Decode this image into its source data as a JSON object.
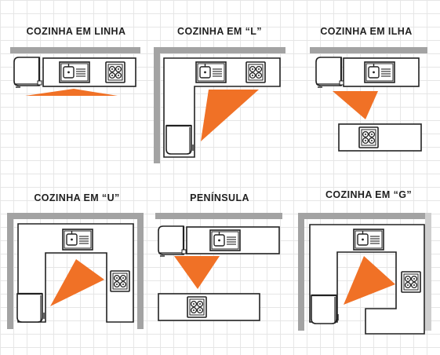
{
  "panels": [
    {
      "title": "COZINHA EM LINHA"
    },
    {
      "title": "COZINHA EM “L”"
    },
    {
      "title": "COZINHA EM ILHA"
    },
    {
      "title": "COZINHA EM “U”"
    },
    {
      "title": "PENÍNSULA"
    },
    {
      "title": "COZINHA EM “G”"
    }
  ],
  "colors": {
    "triangle": "#f07126",
    "wall": "#a3a3a3",
    "line": "#222222"
  },
  "icons": [
    "sink-icon",
    "stove-icon",
    "fridge-icon",
    "work-triangle"
  ]
}
